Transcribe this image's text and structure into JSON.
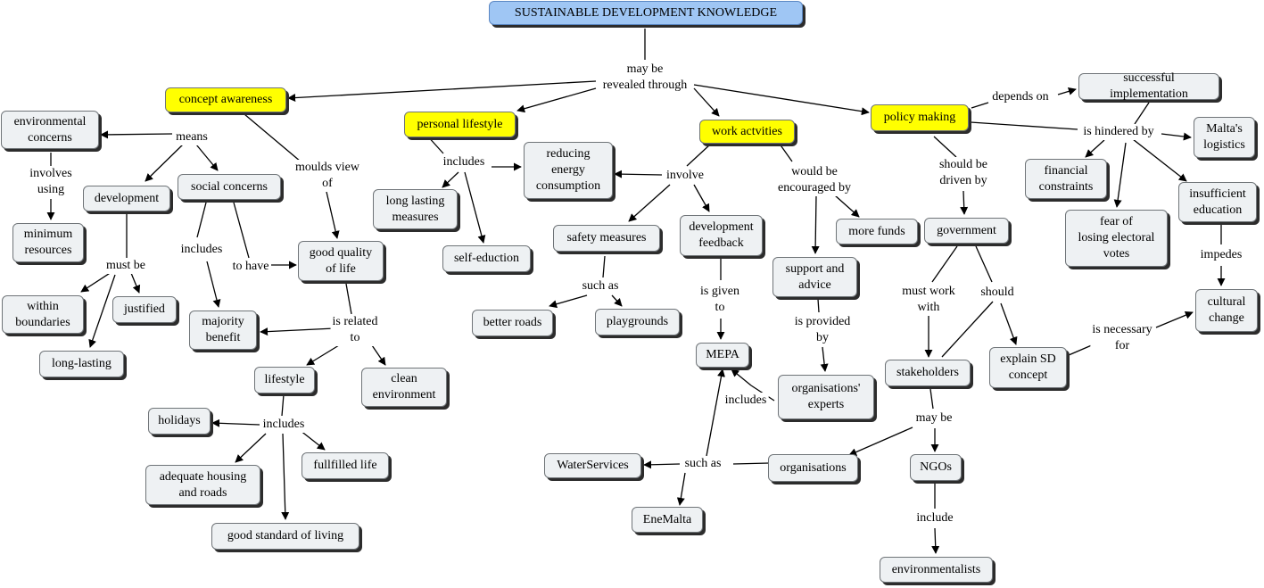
{
  "nodes": {
    "root": "SUSTAINABLE DEVELOPMENT KNOWLEDGE",
    "concept_awareness": "concept awareness",
    "personal_lifestyle": "personal lifestyle",
    "work_activities": "work actvities",
    "policy_making": "policy making",
    "environmental_concerns": "environmental\nconcerns",
    "minimum_resources": "minimum\nresources",
    "development": "development",
    "social_concerns": "social concerns",
    "within_boundaries": "within\nboundaries",
    "justified": "justified",
    "long_lasting": "long-lasting",
    "majority_benefit": "majority\nbenefit",
    "good_quality_of_life": "good quality\nof life",
    "lifestyle": "lifestyle",
    "clean_environment": "clean\nenvironment",
    "holidays": "holidays",
    "fullfilled_life": "fullfilled life",
    "adequate_housing": "adequate housing\nand roads",
    "good_standard_of_living": "good standard of living",
    "long_lasting_measures": "long lasting\nmeasures",
    "self_eduction": "self-eduction",
    "reducing_energy": "reducing\nenergy\nconsumption",
    "safety_measures": "safety measures",
    "development_feedback": "development\nfeedback",
    "better_roads": "better roads",
    "playgrounds": "playgrounds",
    "mepa": "MEPA",
    "more_funds": "more funds",
    "support_and_advice": "support and\nadvice",
    "organisations_experts": "organisations'\nexperts",
    "water_services": "WaterServices",
    "ene_malta": "EneMalta",
    "organisations": "organisations",
    "government": "government",
    "stakeholders": "stakeholders",
    "explain_sd": "explain SD\nconcept",
    "ngos": "NGOs",
    "environmentalists": "environmentalists",
    "successful_implementation": "successful implementation",
    "maltas_logistics": "Malta's\nlogistics",
    "financial_constraints": "financial\nconstraints",
    "fear_of_losing": "fear of\nlosing electoral\nvotes",
    "insufficient_education": "insufficient\neducation",
    "cultural_change": "cultural\nchange"
  },
  "links": {
    "may_be_revealed": "may be\nrevealed through",
    "means": "means",
    "involves_using": "involves\nusing",
    "must_be": "must be",
    "includes_social": "includes",
    "to_have": "to  have",
    "moulds_view_of": "moulds view\nof",
    "is_related_to": "is related\nto",
    "includes_lifestyle": "includes",
    "includes_personal": "includes",
    "involve": "involve",
    "such_as_safety": "such as",
    "is_given_to": "is given\nto",
    "would_be_encouraged": "would be\nencouraged by",
    "is_provided_by": "is provided\nby",
    "includes_mepa": "includes",
    "such_as_org": "such as",
    "should_be_driven": "should be\ndriven by",
    "must_work_with": "must work\nwith",
    "should": "should",
    "may_be": "may be",
    "include_ngos": "include",
    "is_necessary_for": "is necessary\nfor",
    "depends_on": "depends on",
    "is_hindered_by": "is hindered by",
    "impedes": "impedes"
  },
  "colors": {
    "root_fill": "#9fc6f4",
    "highlight_fill": "#ffff00",
    "node_fill": "#eef1f3",
    "line": "#000000"
  }
}
